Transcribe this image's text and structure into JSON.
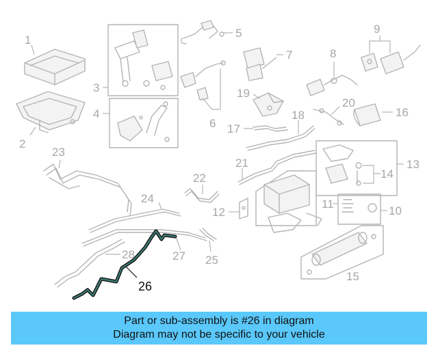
{
  "callouts": {
    "n1": "1",
    "n2": "2",
    "n3": "3",
    "n4": "4",
    "n5": "5",
    "n6": "6",
    "n7": "7",
    "n8": "8",
    "n9": "9",
    "n10": "10",
    "n11": "11",
    "n12": "12",
    "n13": "13",
    "n14": "14",
    "n15": "15",
    "n16": "16",
    "n17": "17",
    "n18": "18",
    "n19": "19",
    "n20": "20",
    "n21": "21",
    "n22": "22",
    "n23": "23",
    "n24": "24",
    "n25": "25",
    "n26": "26",
    "n27": "27",
    "n28": "28"
  },
  "highlighted_part": "26",
  "banner": {
    "line1": "Part or sub-assembly is #26 in diagram",
    "line2": "Diagram may not be specific to your vehicle"
  },
  "colors": {
    "banner_bg": "#5ac8fa",
    "highlight_line": "#3f7f78",
    "ghost_line": "#b4b4b4"
  }
}
